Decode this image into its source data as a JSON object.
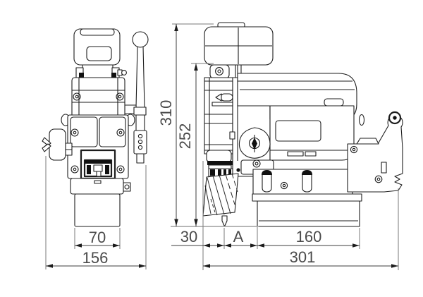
{
  "drawing": {
    "title": "Magnetic drill press — two-view dimensioned outline drawing",
    "views": {
      "left": "front view",
      "right": "side view"
    },
    "colors": {
      "background": "#ffffff",
      "line": "#1d1d1d",
      "dimension_line": "#3c3c3c",
      "dimension_text": "#4a4a4a",
      "ground_line": "#9e9e9e"
    },
    "dimensions": {
      "front": {
        "magnet_width": "70",
        "overall_width": "156"
      },
      "side": {
        "overall_height": "310",
        "body_height": "252",
        "front_to_spindle": "30",
        "stroke_label": "A",
        "magnet_length": "160",
        "overall_length": "301"
      }
    }
  }
}
